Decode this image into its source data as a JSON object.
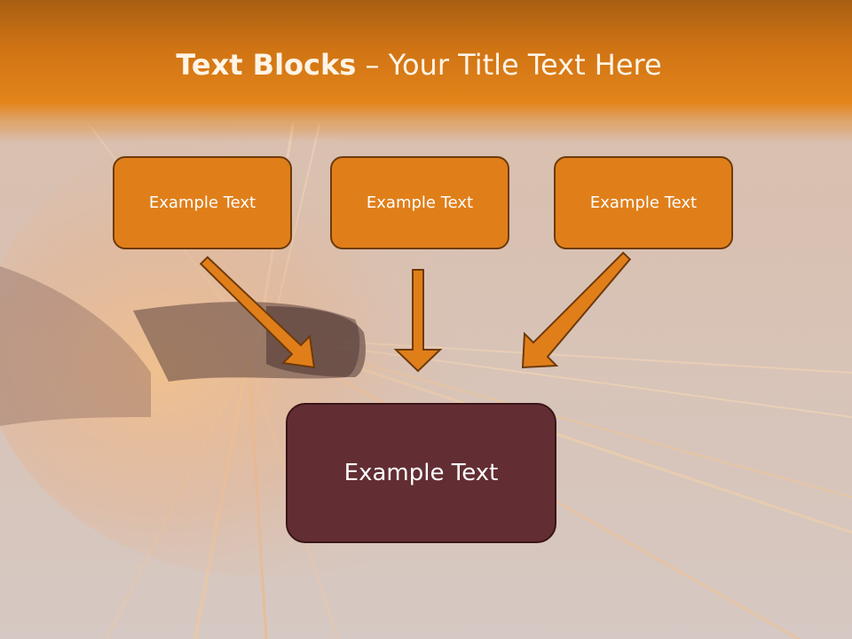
{
  "title": {
    "bold": "Text Blocks",
    "separator": " – ",
    "regular": "Your Title Text Here"
  },
  "blocks": {
    "top": [
      {
        "label": "Example Text"
      },
      {
        "label": "Example Text"
      },
      {
        "label": "Example Text"
      }
    ],
    "bottom": {
      "label": "Example Text"
    }
  },
  "colors": {
    "header": "#e3841a",
    "top_box_fill": "#e07f1a",
    "top_box_border": "#6e3a0c",
    "bottom_box_fill": "#622e33",
    "arrow_fill": "#e07f1a"
  }
}
